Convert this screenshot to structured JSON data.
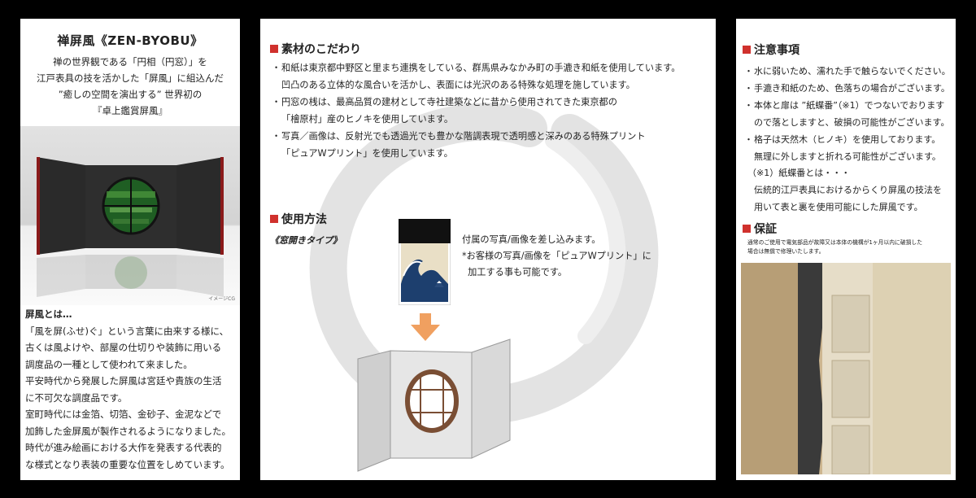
{
  "left": {
    "title": "禅屏風《ZEN-BYOBU》",
    "intro_lines": [
      "禅の世界観である「円相（円窓）」を",
      "江戸表具の技を活かした「屏風」に組込んだ",
      "”癒しの空間を演出する” 世界初の",
      "『卓上鑑賞屏風』"
    ],
    "image_caption": "イメージCG",
    "about_heading": "屏風とは…",
    "about_lines": [
      "「風を屏(ふせ)ぐ」という言葉に由来する様に、",
      "古くは風よけや、部屋の仕切りや装飾に用いる",
      "調度品の一種として使われて来ました。",
      "平安時代から発展した屏風は宮廷や貴族の生活",
      "に不可欠な調度品です。",
      "室町時代には金箔、切箔、金砂子、金泥などで",
      "加飾した金屏風が製作されるようになりました。",
      "時代が進み絵画における大作を発表する代表的",
      "な様式となり表装の重要な位置をしめています。"
    ]
  },
  "middle": {
    "materials_heading": "素材のこだわり",
    "materials": [
      [
        "和紙は東京都中野区と里まち連携をしている、群馬県みなかみ町の手漉き和紙を使用しています。",
        "凹凸のある立体的な風合いを活かし、表面には光沢のある特殊な処理を施しています。"
      ],
      [
        "円窓の桟は、最高品質の建材として寺社建築などに昔から使用されてきた東京都の",
        "「檜原村」産のヒノキを使用しています。"
      ],
      [
        "写真／画像は、反射光でも透過光でも豊かな階調表現で透明感と深みのある特殊プリント",
        "「ピュアWプリント」を使用しています。"
      ]
    ],
    "usage_heading": "使用方法",
    "window_type": "《窓開きタイプ》",
    "usage_lines": [
      "付属の写真/画像を差し込みます。",
      "*お客様の写真/画像を「ピュアWプリント」に",
      "  加工する事も可能です。"
    ]
  },
  "right": {
    "caution_heading": "注意事項",
    "cautions": [
      [
        "水に弱いため、濡れた手で触らないでください。"
      ],
      [
        "手漉き和紙のため、色落ちの場合がございます。"
      ],
      [
        "本体と扉は ”紙蝶番”（※1）でつないでおります",
        "ので落としますと、破損の可能性がございます。"
      ],
      [
        "格子は天然木（ヒノキ）を使用しております。",
        "無理に外しますと折れる可能性がございます。"
      ]
    ],
    "note_lines": [
      "（※1）紙蝶番とは・・・",
      "伝統的江戸表具におけるからくり屏風の技法を",
      "用いて表と裏を使用可能にした屏風です。"
    ],
    "warranty_heading": "保証",
    "warranty_lines": [
      "通常のご使用で電気部品が故障又は本体の機構が1ヶ月以内に破損した",
      "場合は無償で修理いたします。"
    ]
  },
  "colors": {
    "accent": "#d0312d",
    "arrow": "#f0a060",
    "frame_red": "#9b1d1d"
  }
}
